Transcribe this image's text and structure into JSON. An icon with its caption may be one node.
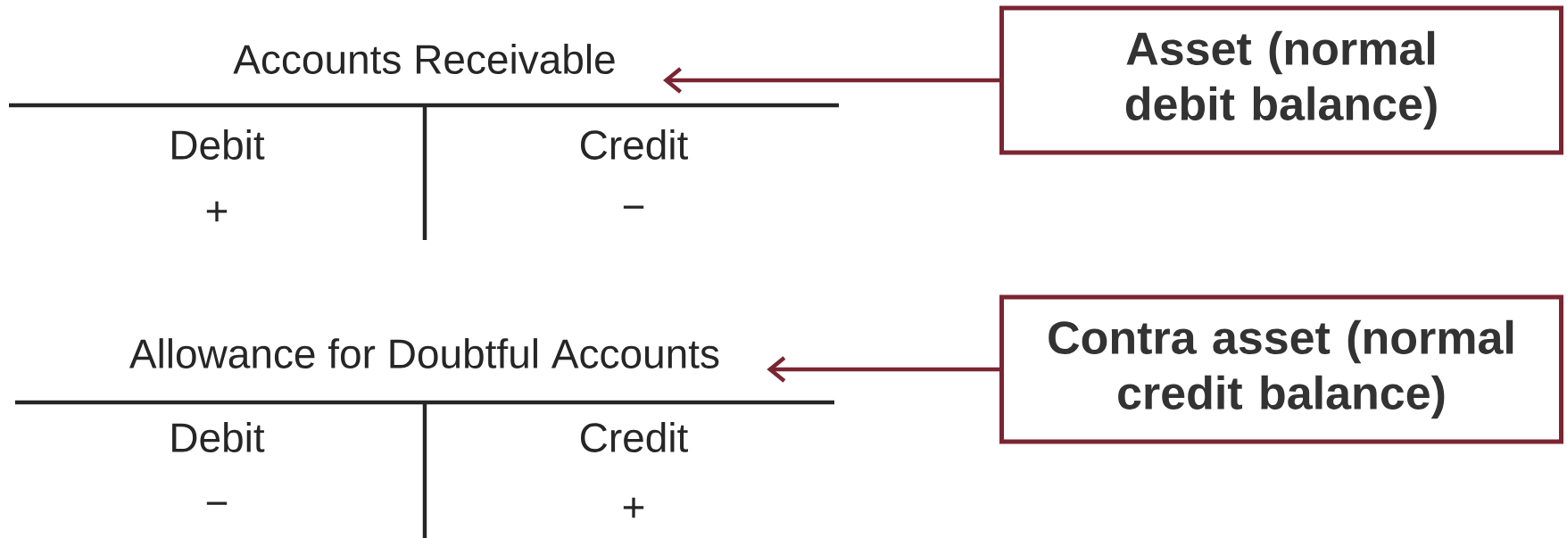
{
  "diagram": {
    "nodes": [
      {
        "text": [
          "Accounts Receivable"
        ]
      },
      {
        "text": [
          "Asset (normal debit balance)"
        ]
      },
      {
        "text": [
          "Allowance for Doubtful Accounts"
        ]
      },
      {
        "text": [
          "Contra asset (normal credit balance)"
        ]
      }
    ],
    "edges": [
      {
        "from": 1,
        "to": 0,
        "arrow": "to"
      },
      {
        "from": 3,
        "to": 2,
        "arrow": "to"
      }
    ],
    "labels": [
      "Debit",
      "Credit",
      "+",
      "−",
      "Debit",
      "Credit",
      "−",
      "+"
    ]
  }
}
